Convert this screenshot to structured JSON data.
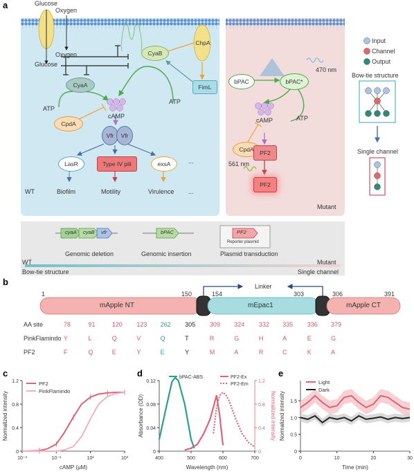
{
  "panel_a": {
    "letter": "a",
    "wt": {
      "label_glucose_top": "Glucose",
      "label_oxygen_top": "Oxygen",
      "label_oxygen_mid": "Oxygen",
      "label_glucose_mid": "Glucose",
      "cyab": "CyaB",
      "chpa": "ChpA",
      "fiml": "FimL",
      "cyaa": "CyaA",
      "atp_left": "ATP",
      "atp_right": "ATP",
      "camp": "cAMP",
      "cpda": "CpdA",
      "vfr1": "Vfr",
      "vfr2": "Vfr",
      "lasr": "LasR",
      "type4": "Type IV pili",
      "exsa": "exsA",
      "ellipsis1": "...",
      "biofilm": "Biofilm",
      "motility": "Motility",
      "virulence": "Virulence",
      "ellipsis2": "...",
      "wt_label": "WT"
    },
    "mutant": {
      "bpac": "bPAC",
      "bpac_star": "bPAC*",
      "nm470": "470 nm",
      "camp": "cAMP",
      "atp": "ATP",
      "cpda": "CpdA",
      "pf2_top": "PF2",
      "pf2_bottom": "PF2",
      "nm561": "561 nm",
      "mutant_label": "Mutant"
    },
    "legend": {
      "input": "Input",
      "channel": "Channel",
      "output": "Output",
      "bowtie": "Bow-tie structure",
      "single": "Single channel"
    },
    "bottom": {
      "cyaA": "cyaA",
      "cyaB": "cyaB",
      "vfr": "vfr",
      "bpac": "bPAC",
      "pf2": "PF2",
      "reporter": "Reporter plasmid",
      "genomic_deletion": "Genomic deletion",
      "genomic_insertion": "Genomic insertion",
      "plasmid_transduction": "Plasmid transduction",
      "wt": "WT",
      "mutant": "Mutant",
      "bowtie": "Bow-tie structure",
      "single": "Single channel"
    },
    "colors": {
      "wt_bg": "#cfe8f2",
      "mutant_bg": "#f3dcdc",
      "membrane": "#5a8fd0",
      "green_arrow": "#4aaa4a",
      "orange": "#f0a030",
      "pink": "#e06070",
      "purple": "#b070c8"
    }
  },
  "panel_b": {
    "letter": "b",
    "linker": "Linker",
    "pos1": "1",
    "pos150": "150",
    "pos154": "154",
    "pos303": "303",
    "pos306": "306",
    "pos391": "391",
    "seg_nt": "mApple NT",
    "seg_epac": "mEpac1",
    "seg_ct": "mApple CT",
    "row_labels": [
      "AA site",
      "PinkFlamindo",
      "PF2"
    ],
    "sites": [
      "78",
      "91",
      "120",
      "123",
      "262",
      "305",
      "309",
      "324",
      "332",
      "335",
      "336",
      "379"
    ],
    "pinkflamindo": [
      "Y",
      "L",
      "Q",
      "V",
      "Q",
      "T",
      "R",
      "G",
      "H",
      "A",
      "E",
      "G"
    ],
    "pf2": [
      "F",
      "Q",
      "E",
      "Y",
      "E",
      "Y",
      "M",
      "A",
      "R",
      "C",
      "K",
      "A"
    ]
  },
  "panel_c": {
    "letter": "c",
    "chart_data": {
      "type": "line",
      "xlabel": "cAMP (μM)",
      "ylabel": "Normalized intensity",
      "xscale": "log",
      "xlim": [
        0.001,
        1000
      ],
      "ylim": [
        0,
        1.2
      ],
      "xticks": [
        "10⁻³",
        "10⁻¹",
        "10¹",
        "10³"
      ],
      "yticks": [
        "0",
        "0.4",
        "0.8",
        "1.2"
      ],
      "legend_position": "top-left",
      "series": [
        {
          "name": "PF2",
          "color": "#d9657a",
          "x": [
            0.001,
            0.01,
            0.03,
            0.1,
            0.3,
            1,
            3,
            10,
            30,
            100,
            300,
            1000
          ],
          "y": [
            0.0,
            0.01,
            0.04,
            0.12,
            0.32,
            0.58,
            0.8,
            0.92,
            0.97,
            0.99,
            1.0,
            1.0
          ]
        },
        {
          "name": "PinkFlamindo",
          "color": "#f0b3bd",
          "x": [
            0.001,
            0.1,
            0.3,
            1,
            3,
            10,
            30,
            100,
            300,
            1000
          ],
          "y": [
            0.0,
            0.0,
            0.02,
            0.08,
            0.25,
            0.55,
            0.8,
            0.93,
            0.98,
            1.0
          ]
        }
      ]
    }
  },
  "panel_d": {
    "letter": "d",
    "chart_data": {
      "type": "line",
      "xlabel": "Wavelength (nm)",
      "ylabel_left": "Absorbance (OD)",
      "ylabel_right": "Normalized intensity",
      "xlim": [
        400,
        700
      ],
      "ylim_left": [
        0,
        0.12
      ],
      "ylim_right": [
        0,
        1.2
      ],
      "xticks": [
        "400",
        "500",
        "600",
        "700"
      ],
      "yticks_left": [
        "0",
        "0.04",
        "0.08",
        "0.12"
      ],
      "yticks_right": [
        "0",
        "0.4",
        "0.8",
        "1.2"
      ],
      "legend_position": "top",
      "series": [
        {
          "name": "bPAC-ABS",
          "color": "#2a9d95",
          "style": "solid",
          "x": [
            400,
            420,
            440,
            450,
            460,
            470,
            480,
            490,
            500,
            510
          ],
          "y": [
            0.02,
            0.07,
            0.118,
            0.125,
            0.12,
            0.1,
            0.08,
            0.05,
            0.02,
            0.005
          ]
        },
        {
          "name": "PF2-Ex",
          "color": "#d9657a",
          "style": "solid",
          "x": [
            480,
            500,
            520,
            540,
            560,
            570,
            580,
            590,
            600
          ],
          "y": [
            0.02,
            0.05,
            0.12,
            0.3,
            0.55,
            0.75,
            0.95,
            0.6,
            0.1
          ]
        },
        {
          "name": "PF2-Em",
          "color": "#d9657a",
          "style": "dotted",
          "x": [
            570,
            580,
            590,
            600,
            610,
            620,
            640,
            660,
            680,
            700
          ],
          "y": [
            0.3,
            0.75,
            0.95,
            1.0,
            0.95,
            0.85,
            0.55,
            0.3,
            0.15,
            0.07
          ]
        }
      ]
    }
  },
  "panel_e": {
    "letter": "e",
    "chart_data": {
      "type": "line",
      "xlabel": "Time (min)",
      "ylabel": "Normalized intensity",
      "xlim": [
        0,
        30
      ],
      "ylim": [
        0,
        2.1
      ],
      "xticks": [
        "0",
        "10",
        "20",
        "30"
      ],
      "yticks": [
        "0",
        "0.5",
        "1.0",
        "1.5"
      ],
      "legend_position": "top-left",
      "series": [
        {
          "name": "Light",
          "color": "#d9657a",
          "x": [
            0,
            2,
            4,
            6,
            8,
            10,
            12,
            14,
            16,
            18,
            20,
            22,
            24,
            26,
            28,
            30
          ],
          "y": [
            1.3,
            1.45,
            1.65,
            1.45,
            1.3,
            1.35,
            1.6,
            1.65,
            1.45,
            1.3,
            1.4,
            1.65,
            1.6,
            1.45,
            1.3,
            1.25
          ]
        },
        {
          "name": "Dark",
          "color": "#222222",
          "x": [
            0,
            2,
            4,
            6,
            8,
            10,
            12,
            14,
            16,
            18,
            20,
            22,
            24,
            26,
            28,
            30
          ],
          "y": [
            1.0,
            0.95,
            1.05,
            0.85,
            1.0,
            0.95,
            1.0,
            0.9,
            1.05,
            0.95,
            0.98,
            1.02,
            0.95,
            1.0,
            0.97,
            1.0
          ]
        }
      ]
    }
  }
}
